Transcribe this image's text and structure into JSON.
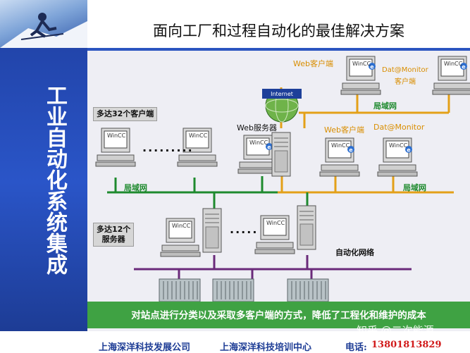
{
  "title": "面向工厂和过程自动化的最佳解决方案",
  "sidebar_title": "工业自动化系统集成",
  "labels": {
    "web_client_top": "Web客户端",
    "datamonitor_top_line1": "Dat@Monitor",
    "datamonitor_top_line2": "客户端",
    "internet_globe": "Internet",
    "lan_top": "局域网",
    "clients_upto32": "多达32个客户端",
    "web_server": "Web服务器",
    "web_client_mid": "Web客户端",
    "datamonitor_mid": "Dat@Monitor",
    "lan_left": "局域网",
    "lan_right": "局域网",
    "servers_upto12_line1": "多达12个",
    "servers_upto12_line2": "服务器",
    "automation_network": "自动化网络",
    "wincc": "WinCC",
    "ellipsis_clients": "·········",
    "ellipsis_servers": "·····"
  },
  "summary": "对站点进行分类以及采取多客户端的方式，降低了工程化和维护的成本",
  "footer": {
    "company": "上海深洋科技发展公司",
    "training": "上海深洋科技培训中心",
    "phone_label": "电话:",
    "phone": "13801813829"
  },
  "watermark": "知乎 @二次能源",
  "colors": {
    "sidebar": "#2a55c8",
    "lan_green": "#1e8a2e",
    "web_orange": "#e3a018",
    "automation_purple": "#6a2a7a",
    "summary_band": "#3fa243"
  }
}
